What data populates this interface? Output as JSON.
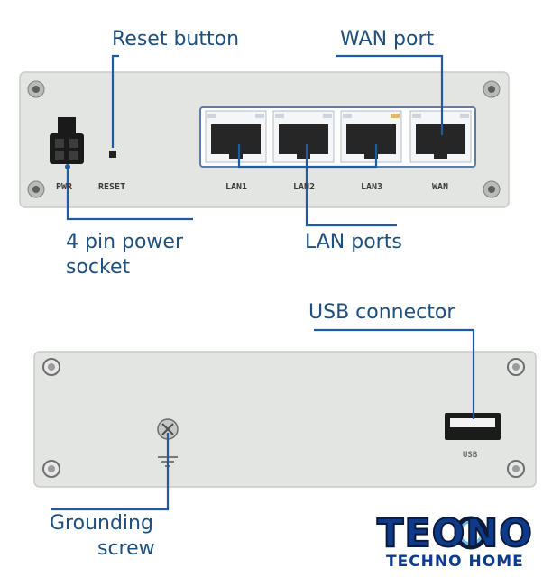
{
  "callouts": {
    "reset_button": "Reset button",
    "wan_port": "WAN port",
    "power_socket_line1": "4 pin power",
    "power_socket_line2": "socket",
    "lan_ports": "LAN ports",
    "usb_connector": "USB  connector",
    "grounding_line1": "Grounding",
    "grounding_line2": "screw"
  },
  "front_panel": {
    "pwr": "PWR",
    "reset": "RESET",
    "lan1": "LAN1",
    "lan2": "LAN2",
    "lan3": "LAN3",
    "wan": "WAN"
  },
  "back_panel": {
    "usb": "USB"
  },
  "logo": {
    "main": "TEONO",
    "sub": "TECHNO HOME"
  },
  "colors": {
    "callout_text": "#1e4f7d",
    "leader_line": "#1e5aa8",
    "panel": "#e3e5e3",
    "logo": "#0d3a8a"
  }
}
